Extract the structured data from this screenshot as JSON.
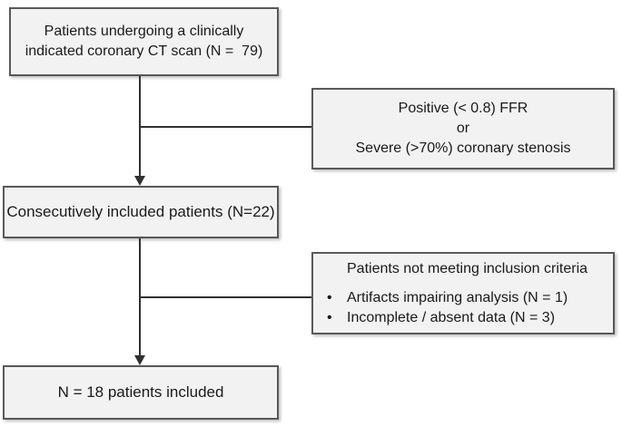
{
  "diagram": {
    "type": "patient-flow-chart",
    "background_color": "#ffffff",
    "box_fill_color": "#f2f2f2",
    "box_border_color": "#595959",
    "connector_color": "#303030",
    "text_color": "#1a1a1a",
    "bullet_char": "•",
    "boxes": {
      "eligible": {
        "lines": [
          "Patients undergoing a clinically",
          "indicated coronary CT scan (N =  79)"
        ]
      },
      "excluded_ffr": {
        "lines": [
          "Positive (< 0.8) FFR",
          "or",
          "Severe (>70%) coronary stenosis"
        ]
      },
      "included": {
        "label": "Consecutively included patients (N=22)"
      },
      "excluded_criteria": {
        "heading": "Patients not meeting inclusion criteria",
        "bullets": [
          "Artifacts impairing analysis (N = 1)",
          "Incomplete / absent data (N = 3)"
        ]
      },
      "final": {
        "label": "N = 18 patients included"
      }
    }
  }
}
